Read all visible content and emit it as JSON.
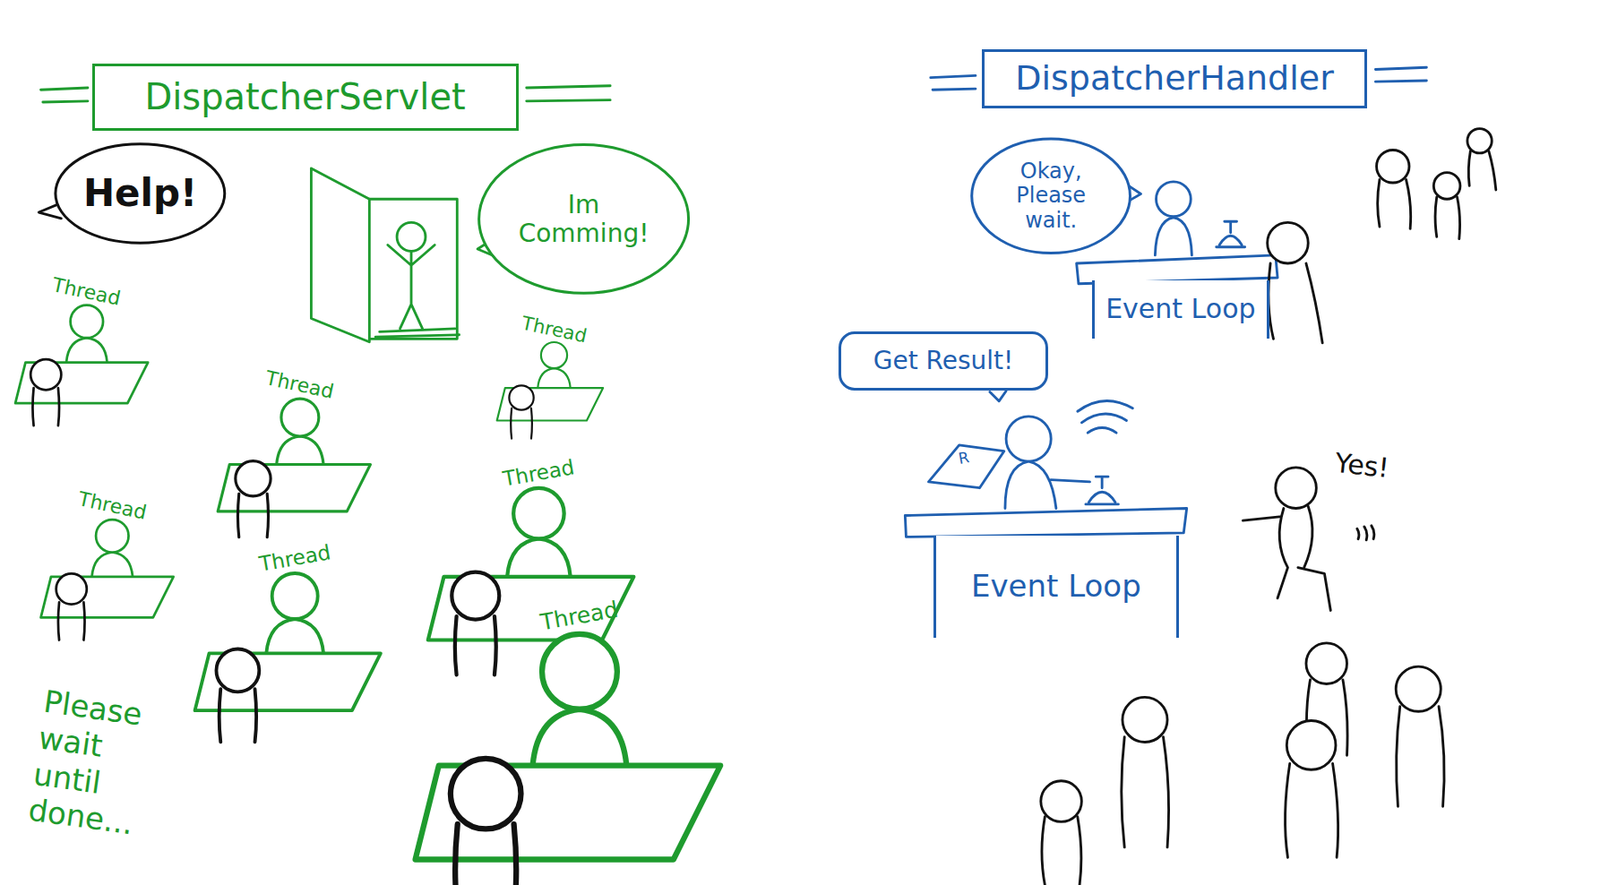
{
  "diagram": {
    "nodes": [
      {
        "text": [
          "DispatcherServlet"
        ]
      },
      {
        "text": [
          "Help!"
        ]
      },
      {
        "text": [
          "Im Comming!"
        ]
      },
      {
        "text": [
          "DispatcherHandler"
        ]
      },
      {
        "text": [
          "Okay, Please wait."
        ]
      },
      {
        "text": [
          "Event Loop"
        ]
      },
      {
        "text": [
          "Get Result!"
        ]
      },
      {
        "text": [
          "Event Loop"
        ]
      }
    ],
    "labels": [
      "Thread",
      "Thread",
      "Thread",
      "Thread",
      "Thread",
      "Thread",
      "Thread",
      "Please wait until done...",
      "R",
      "Yes!"
    ]
  }
}
